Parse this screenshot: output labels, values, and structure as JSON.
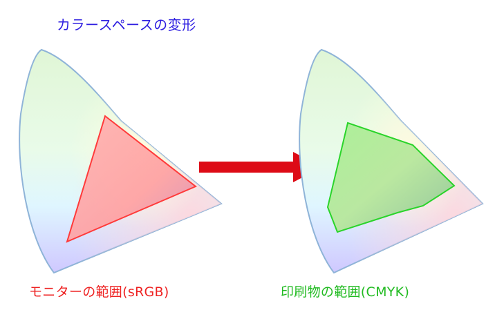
{
  "title": "カラースペースの変形",
  "left_caption": "モニターの範囲(sRGB)",
  "right_caption": "印刷物の範囲(CMYK)",
  "colors": {
    "title": "#2e1ee0",
    "left_caption": "#ee2222",
    "right_caption": "#22bb22",
    "gamut_outline": "#8fb4d8",
    "srgb_outline": "#ff3a3a",
    "cmyk_outline": "#2ad42a",
    "arrow": "#dd0b16"
  }
}
